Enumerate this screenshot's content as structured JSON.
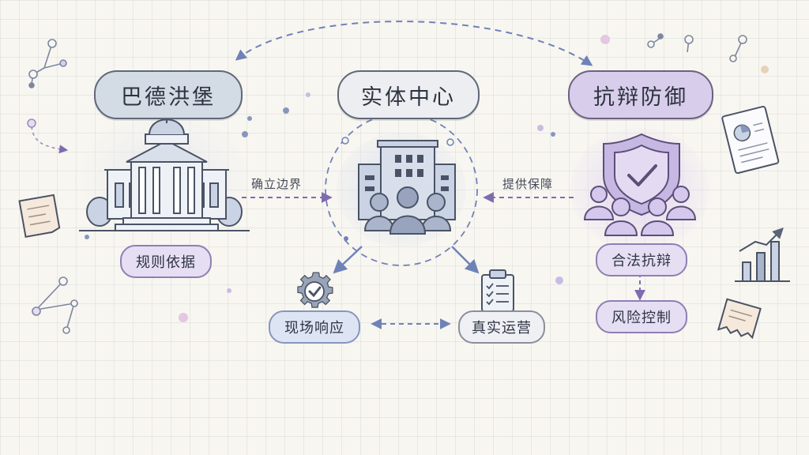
{
  "nodes": {
    "left_title": "巴德洪堡",
    "center_title": "实体中心",
    "right_title": "抗辩防御",
    "left_tag": "规则依据",
    "right_tag_top": "合法抗辩",
    "right_tag_bottom": "风险控制",
    "bottom_left": "现场响应",
    "bottom_right": "真实运营"
  },
  "edges": {
    "left_to_center": "确立边界",
    "right_to_center": "提供保障"
  },
  "colors": {
    "slate": "#d3dbe5",
    "purple": "#d8cdeb",
    "blue": "#dde4f3",
    "outline": "#5f6878"
  },
  "icons": [
    "courthouse-icon",
    "office-team-icon",
    "shield-check-icon",
    "gear-check-icon",
    "clipboard-checklist-icon",
    "document-icon",
    "bar-chart-icon",
    "receipt-icon",
    "network-doodle-icon"
  ]
}
